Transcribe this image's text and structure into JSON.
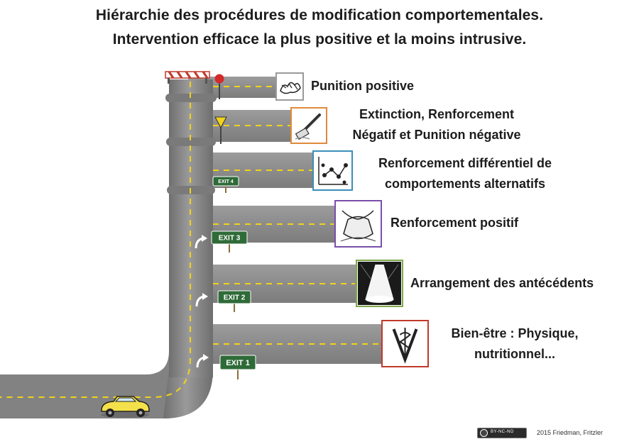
{
  "title": {
    "line1": "Hiérarchie des procédures de modification comportementales.",
    "line2": "Intervention efficace la plus positive et la moins intrusive."
  },
  "levels": [
    {
      "lines": [
        "Punition positive"
      ],
      "icon": "bandaged-hand-icon",
      "frame_color": "#9a9a9a"
    },
    {
      "lines": [
        "Extinction, Renforcement",
        "Négatif et Punition négative"
      ],
      "icon": "eraser-icon",
      "frame_color": "#e08a3c"
    },
    {
      "lines": [
        "Renforcement différentiel de",
        "comportements alternatifs"
      ],
      "icon": "line-graph-icon",
      "frame_color": "#3a8fb8"
    },
    {
      "lines": [
        "Renforcement positif"
      ],
      "icon": "treat-pouch-icon",
      "frame_color": "#7a4fa8"
    },
    {
      "lines": [
        "Arrangement des antécédents"
      ],
      "icon": "spotlight-icon",
      "frame_color": "#7ea84a"
    },
    {
      "lines": [
        "Bien-être : Physique,",
        "nutritionnel..."
      ],
      "icon": "caduceus-icon",
      "frame_color": "#c0392b"
    }
  ],
  "exits": [
    "EXIT 4",
    "EXIT 3",
    "EXIT 2",
    "EXIT 1"
  ],
  "license": {
    "badge": "BY-NC-ND",
    "credit": "2015 Friedman, Fritzler"
  },
  "colors": {
    "road": "#8e8e8e",
    "lane": "#f2d21b",
    "exit_sign": "#2f6b38",
    "car": "#f4e04a"
  }
}
